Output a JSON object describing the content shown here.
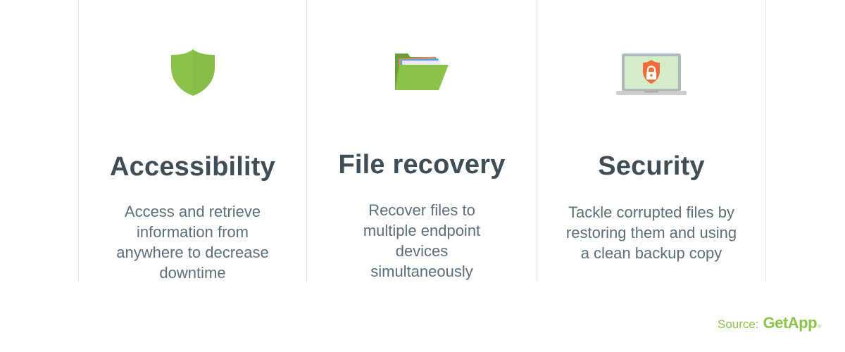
{
  "features": [
    {
      "icon": "shield-icon",
      "title": "Accessibility",
      "description": "Access and retrieve information from anywhere to decrease downtime"
    },
    {
      "icon": "folder-icon",
      "title": "File recovery",
      "description": "Recover files to multiple endpoint devices simultaneously"
    },
    {
      "icon": "laptop-lock-icon",
      "title": "Security",
      "description": "Tackle corrupted files by restoring them and using a clean backup copy"
    }
  ],
  "source": {
    "label": "Source:",
    "brand": "GetApp",
    "registered": "®"
  },
  "colors": {
    "accent_green": "#8bc34a",
    "title": "#3e4d56",
    "text": "#5b6e79",
    "lock_orange": "#f26b3a"
  }
}
